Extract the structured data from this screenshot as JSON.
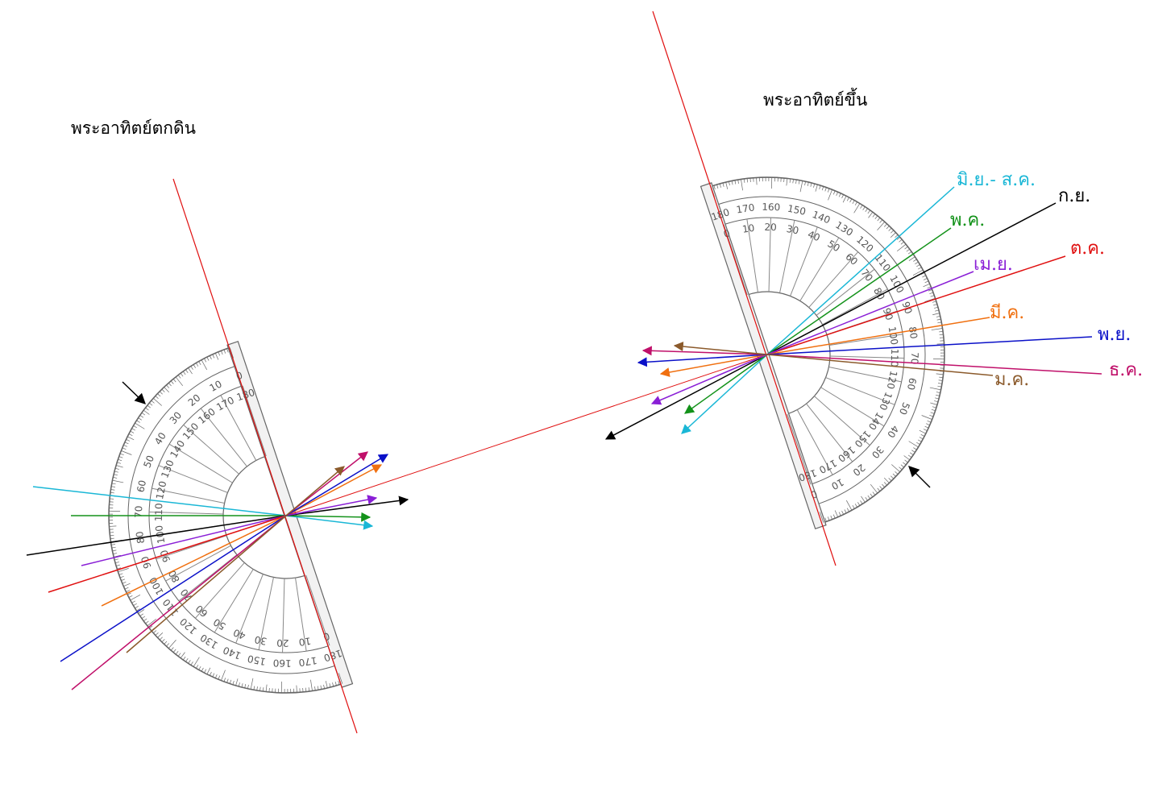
{
  "titles": {
    "sunset": "พระอาทิตย์ตกดิน",
    "sunrise": "พระอาทิตย์ขึ้น"
  },
  "months": [
    {
      "key": "jun-aug",
      "label": "มิ.ย.- ส.ค.",
      "color": "#1ab7d6"
    },
    {
      "key": "sep",
      "label": "ก.ย.",
      "color": "#000000"
    },
    {
      "key": "may",
      "label": "พ.ค.",
      "color": "#13921a"
    },
    {
      "key": "oct",
      "label": "ต.ค.",
      "color": "#e01010"
    },
    {
      "key": "apr",
      "label": "เม.ย.",
      "color": "#8a1fd6"
    },
    {
      "key": "mar",
      "label": "มี.ค.",
      "color": "#f07010"
    },
    {
      "key": "nov",
      "label": "พ.ย.",
      "color": "#0a10c8"
    },
    {
      "key": "dec",
      "label": "ธ.ค.",
      "color": "#c0106a"
    },
    {
      "key": "jan",
      "label": "ม.ค.",
      "color": "#8b5a2b"
    }
  ],
  "protractor_scale": {
    "outer": [
      "0",
      "10",
      "20",
      "30",
      "40",
      "50",
      "60",
      "70",
      "80",
      "90",
      "100",
      "110",
      "120",
      "130",
      "140",
      "150",
      "160",
      "170",
      "180"
    ],
    "inner": [
      "180",
      "170",
      "160",
      "150",
      "140",
      "130",
      "120",
      "110",
      "100",
      "90",
      "80",
      "70",
      "60",
      "50",
      "40",
      "30",
      "20",
      "10",
      "0"
    ]
  },
  "colors": {
    "axis_line": "#e01010",
    "protractor_ink": "#666666"
  }
}
